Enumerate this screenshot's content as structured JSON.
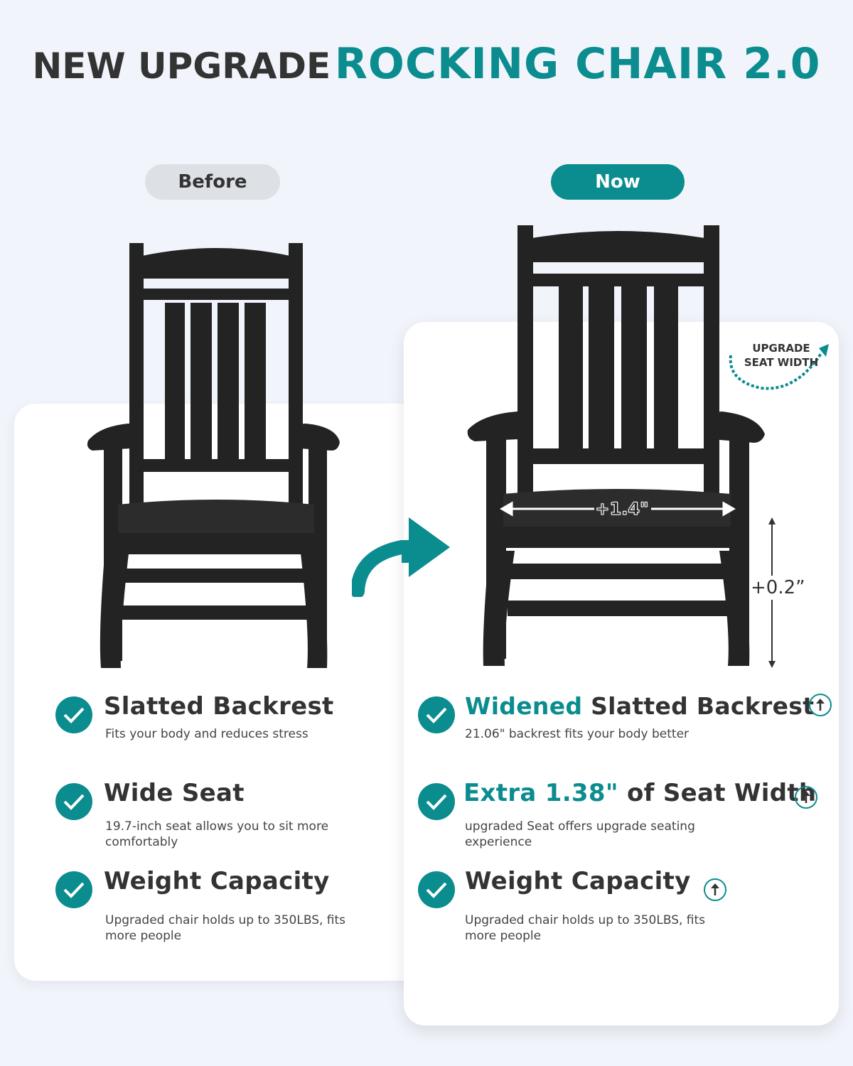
{
  "headline": {
    "dark": "NEW UPGRADE",
    "teal": "ROCKING CHAIR 2.0"
  },
  "labels": {
    "before": "Before",
    "now": "Now"
  },
  "badge": {
    "line1": "UPGRADE",
    "line2": "SEAT WIDTH"
  },
  "dimensions": {
    "width": "+1.4\"",
    "height": "+0.2”"
  },
  "before_features": [
    {
      "title": "Slatted Backrest",
      "desc": "Fits your body and reduces stress"
    },
    {
      "title": "Wide Seat",
      "desc": "19.7-inch seat allows you to sit more comfortably"
    },
    {
      "title": "Weight Capacity",
      "desc": "Upgraded chair holds up to 350LBS, fits more people"
    }
  ],
  "now_features": [
    {
      "title_hl": "Widened",
      "title": " Slatted Backrest",
      "desc": "21.06\" backrest fits your body better"
    },
    {
      "title_hl": "Extra 1.38\"",
      "title": " of Seat Width",
      "desc": "upgraded Seat offers upgrade seating experience"
    },
    {
      "title_hl": "",
      "title": "Weight Capacity",
      "desc": "Upgraded chair holds up to 350LBS, fits more people"
    }
  ],
  "colors": {
    "accent": "#0b8c8f",
    "background": "#f1f5fb",
    "chair": "#232323",
    "text": "#333333"
  },
  "icons": [
    "check-circle-icon",
    "up-arrow-circle-icon",
    "curved-arrow-icon",
    "double-arrow-icon"
  ]
}
